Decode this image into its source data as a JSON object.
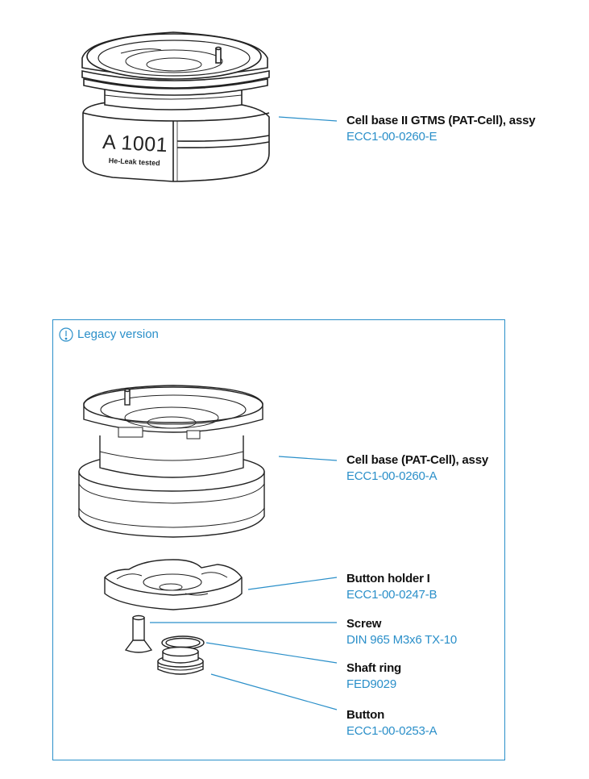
{
  "top_part": {
    "name": "Cell base II GTMS (PAT-Cell), assy",
    "number": "ECC1-00-0260-E",
    "engraving": {
      "id": "A 1001",
      "note": "He-Leak tested"
    }
  },
  "legacy": {
    "title": "Legacy version",
    "icon": "exclamation-circle-icon",
    "parts": [
      {
        "name": "Cell base (PAT-Cell), assy",
        "number": "ECC1-00-0260-A"
      },
      {
        "name": "Button holder I",
        "number": "ECC1-00-0247-B"
      },
      {
        "name": "Screw",
        "number": "DIN 965 M3x6 TX-10"
      },
      {
        "name": "Shaft ring",
        "number": "FED9029"
      },
      {
        "name": "Button",
        "number": "ECC1-00-0253-A"
      }
    ]
  },
  "colors": {
    "accent": "#2a8fc9",
    "text": "#111111",
    "line": "#222222"
  }
}
